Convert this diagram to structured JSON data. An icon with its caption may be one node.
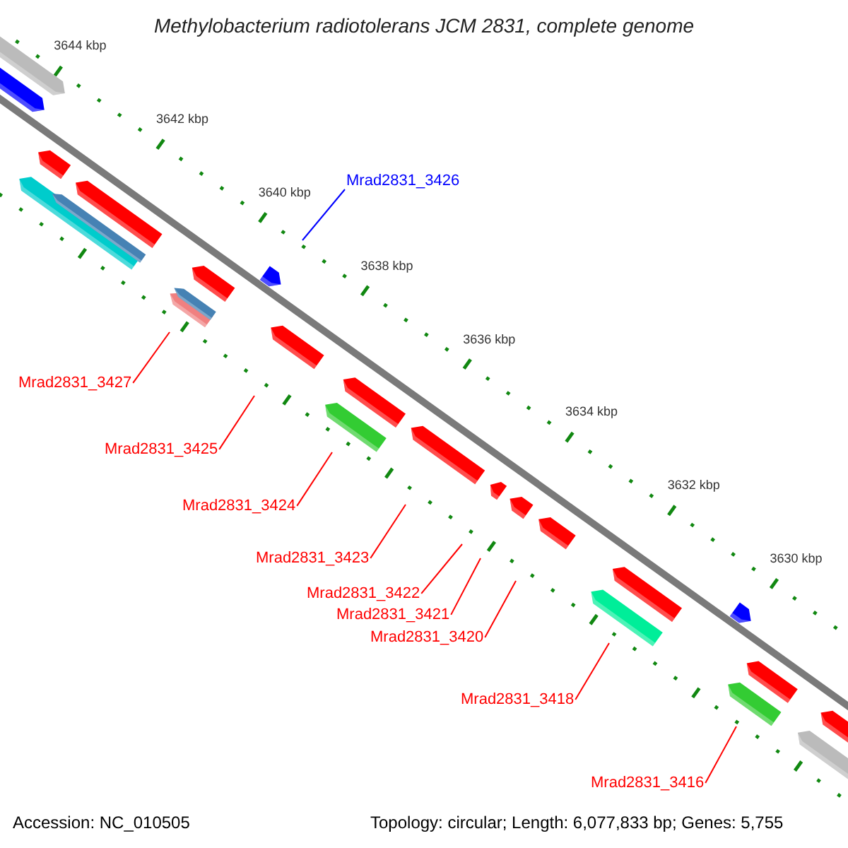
{
  "diagram": {
    "title": "Methylobacterium radiotolerans JCM 2831, complete genome",
    "nodes": [
      {
        "text": [
          "Mrad2831_3426"
        ]
      },
      {
        "text": [
          "Mrad2831_3427"
        ]
      },
      {
        "text": [
          "Mrad2831_3425"
        ]
      },
      {
        "text": [
          "Mrad2831_3424"
        ]
      },
      {
        "text": [
          "Mrad2831_3423"
        ]
      },
      {
        "text": [
          "Mrad2831_3422"
        ]
      },
      {
        "text": [
          "Mrad2831_3421"
        ]
      },
      {
        "text": [
          "Mrad2831_3420"
        ]
      },
      {
        "text": [
          "Mrad2831_3418"
        ]
      },
      {
        "text": [
          "Mrad2831_3416"
        ]
      }
    ],
    "edges": [
      {
        "from": 0,
        "to": null,
        "arrow": "none",
        "color": "#0000ff"
      },
      {
        "from": 1,
        "to": null,
        "arrow": "none"
      },
      {
        "from": 2,
        "to": null,
        "arrow": "none"
      },
      {
        "from": 3,
        "to": null,
        "arrow": "none"
      },
      {
        "from": 4,
        "to": null,
        "arrow": "none"
      },
      {
        "from": 5,
        "to": null,
        "arrow": "none"
      },
      {
        "from": 6,
        "to": null,
        "arrow": "none"
      },
      {
        "from": 7,
        "to": null,
        "arrow": "none"
      },
      {
        "from": 8,
        "to": null,
        "arrow": "none"
      },
      {
        "from": 9,
        "to": null,
        "arrow": "none"
      }
    ],
    "labels": [
      "3644 kbp",
      "3642 kbp",
      "3640 kbp",
      "3638 kbp",
      "3636 kbp",
      "3634 kbp",
      "3632 kbp",
      "3630 kbp",
      "Accession: NC_010505",
      "Topology: circular; Length: 6,077,833 bp; Genes: 5,755"
    ]
  }
}
